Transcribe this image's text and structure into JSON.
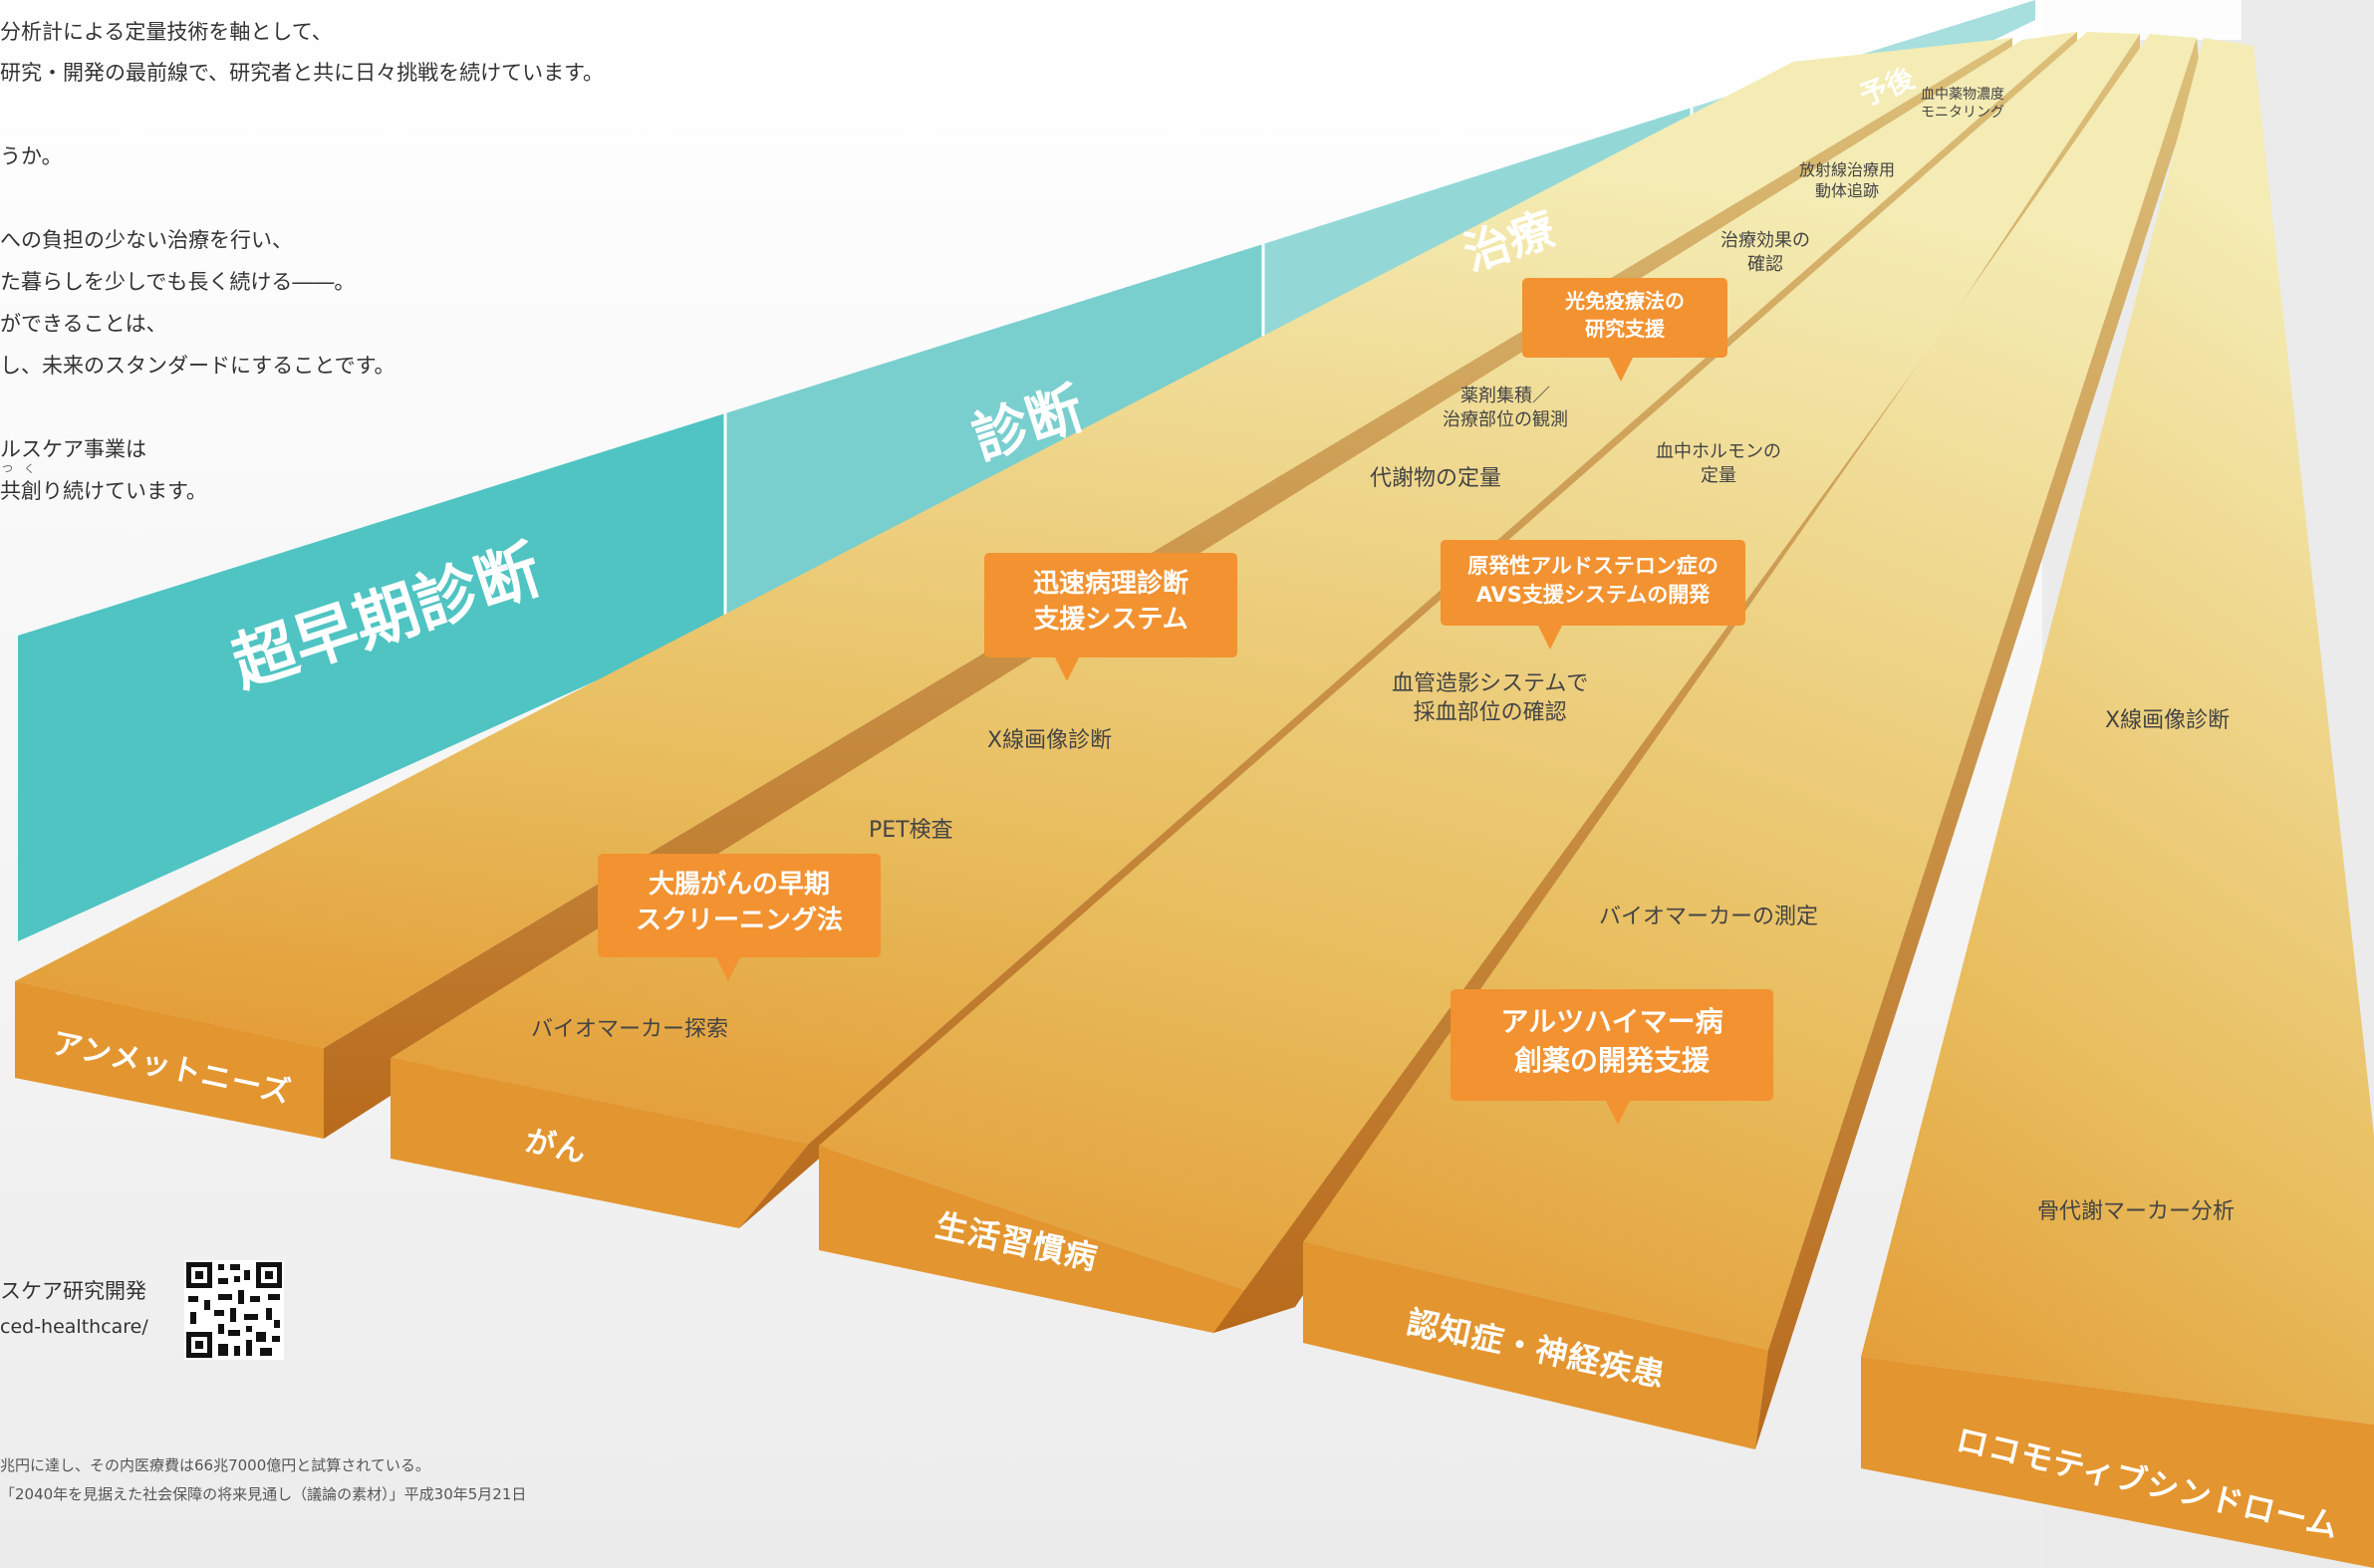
{
  "intro": {
    "lines": [
      "分析計による定量技術を軸として、",
      "研究・開発の最前線で、研究者と共に日々挑戦を続けています。",
      "うか。",
      "への負担の少ない治療を行い、",
      "た暮らしを少しでも長く続ける――。",
      "ができることは、",
      "し、未来のスタンダードにすることです。",
      "ルスケア事業は",
      "共創り続けています。"
    ],
    "ruby": "つ　く"
  },
  "stages": {
    "ultra_early": "超早期診断",
    "diagnosis": "診断",
    "treatment": "治療",
    "prognosis": "予後"
  },
  "categories": {
    "unmet_needs": "アンメットニーズ",
    "cancer": "がん",
    "lifestyle": "生活習慣病",
    "dementia": "認知症・神経疾患",
    "locomotive": "ロコモティブシンドローム"
  },
  "callouts": {
    "colorectal": [
      "大腸がんの早期",
      "スクリーニング法"
    ],
    "pathology": [
      "迅速病理診断",
      "支援システム"
    ],
    "pdt": [
      "光免疫療法の",
      "研究支援"
    ],
    "avs": [
      "原発性アルドステロン症の",
      "AVS支援システムの開発"
    ],
    "alzheimer": [
      "アルツハイマー病",
      "創薬の開発支援"
    ]
  },
  "labels": {
    "biomarker_search": "バイオマーカー探索",
    "pet": "PET検査",
    "xray1": "X線画像診断",
    "metabolite": "代謝物の定量",
    "drug_accum": [
      "薬剤集積／",
      "治療部位の観測"
    ],
    "effect": [
      "治療効果の",
      "確認"
    ],
    "radiation": [
      "放射線治療用",
      "動体追跡"
    ],
    "blood_drug": [
      "血中薬物濃度",
      "モニタリング"
    ],
    "hormone": [
      "血中ホルモンの",
      "定量"
    ],
    "angio": [
      "血管造影システムで",
      "採血部位の確認"
    ],
    "biomarker_measure": "バイオマーカーの測定",
    "xray2": "X線画像診断",
    "bone": "骨代謝マーカー分析"
  },
  "qr": {
    "text1": "スケア研究開発",
    "text2": "ced-healthcare/"
  },
  "footnote": {
    "line1": "兆円に達し、その内医療費は66兆7000億円と試算されている。",
    "line2": "「2040年を見据えた社会保障の将来見通し（議論の素材）」平成30年5月21日"
  },
  "colors": {
    "teal_dark": "#4fc4c3",
    "teal_light": "#7dd0cf",
    "orange": "#f29230",
    "band_top": "#e8c968",
    "band_face": "#e59432"
  }
}
